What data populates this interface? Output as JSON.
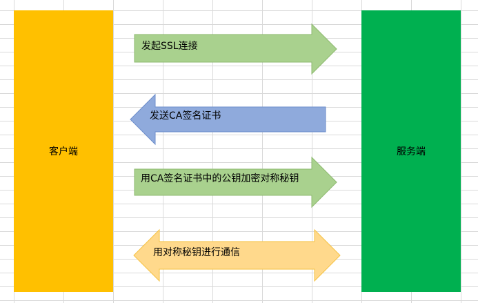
{
  "entities": {
    "client": {
      "label": "客户端",
      "color": "#FFC000"
    },
    "server": {
      "label": "服务端",
      "color": "#00B050"
    }
  },
  "arrows": [
    {
      "label": "发起SSL连接",
      "direction": "right",
      "fill": "#A9D18E",
      "stroke": "#8DB96F"
    },
    {
      "label": "发送CA签名证书",
      "direction": "left",
      "fill": "#8FAADC",
      "stroke": "#6D8ECB"
    },
    {
      "label": "用CA签名证书中的公钥加密对称秘钥",
      "direction": "right",
      "fill": "#A9D18E",
      "stroke": "#8DB96F"
    },
    {
      "label": "用对称秘钥进行通信",
      "direction": "both",
      "fill": "#FFD98C",
      "stroke": "#F5C242"
    }
  ]
}
